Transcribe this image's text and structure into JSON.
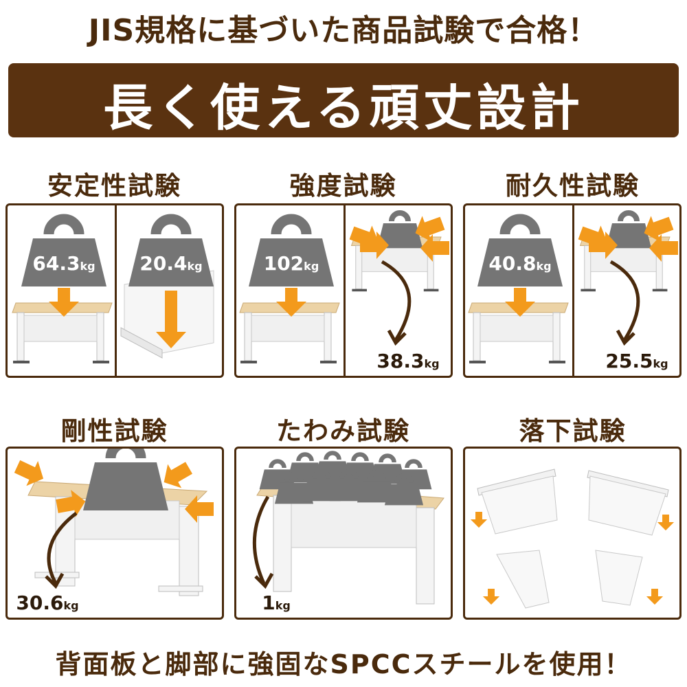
{
  "header": {
    "headline": "JIS規格に基づいた商品試験で合格！",
    "banner": "長く使える頑丈設計"
  },
  "tests": {
    "stability": {
      "title": "安定性試験",
      "weight_a": "64.3",
      "weight_b": "20.4",
      "unit": "kg"
    },
    "strength": {
      "title": "強度試験",
      "weight_a": "102",
      "side_force": "38.3",
      "unit": "kg"
    },
    "durability": {
      "title": "耐久性試験",
      "weight_a": "40.8",
      "side_force": "25.5",
      "unit": "kg"
    },
    "rigidity": {
      "title": "剛性試験",
      "side_force": "30.6",
      "unit": "kg"
    },
    "deflection": {
      "title": "たわみ試験",
      "side_force": "1",
      "unit": "kg"
    },
    "drop": {
      "title": "落下試験"
    }
  },
  "footer": {
    "text": "背面板と脚部に強固なSPCCスチールを使用！"
  },
  "colors": {
    "brown": "#4a2a0c",
    "banner": "#5a3210",
    "orange": "#f39a1c",
    "weight": "#757575",
    "desktop": "#ecd3a6"
  }
}
